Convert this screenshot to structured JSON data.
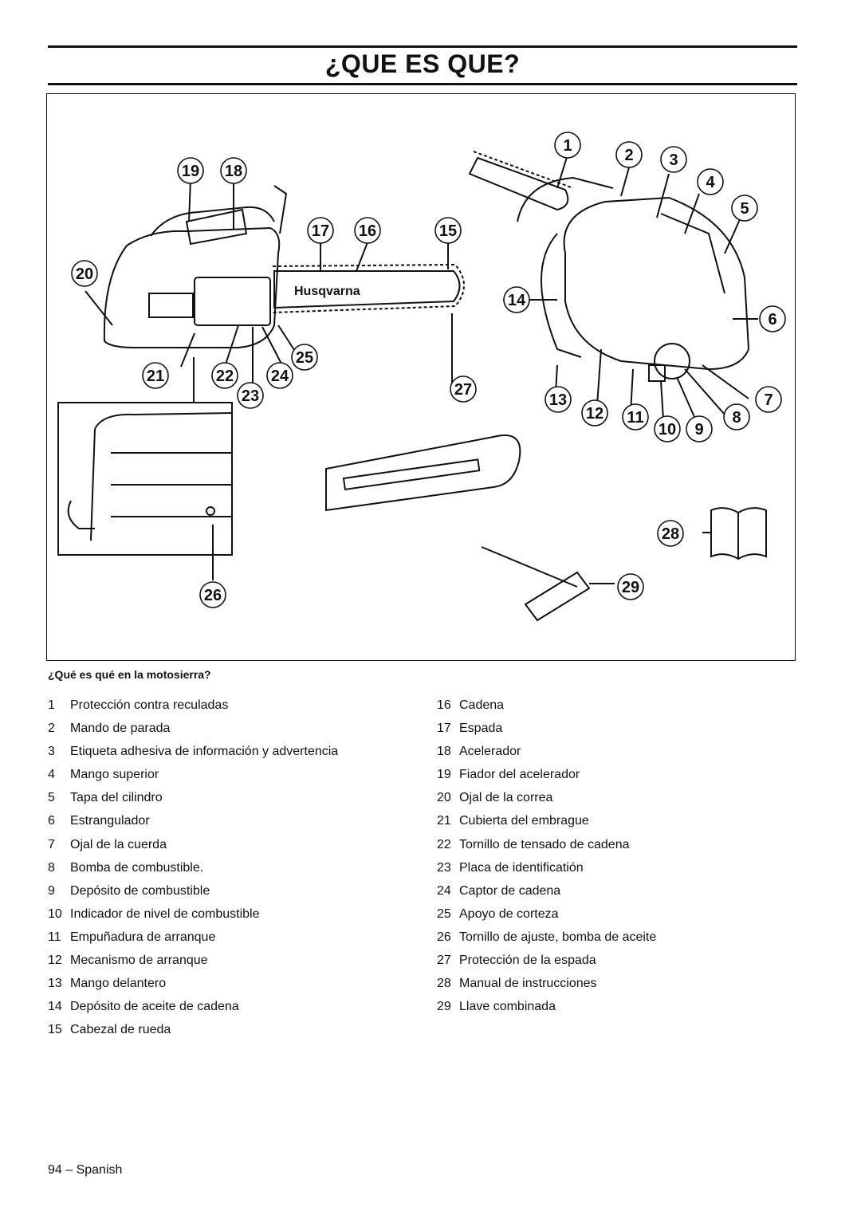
{
  "header": {
    "title": "¿QUE ES QUE?"
  },
  "figure": {
    "caption": "¿Qué es qué en la motosierra?",
    "brand_label": "Husqvarna",
    "callouts": [
      "1",
      "2",
      "3",
      "4",
      "5",
      "6",
      "7",
      "8",
      "9",
      "10",
      "11",
      "12",
      "13",
      "14",
      "15",
      "16",
      "17",
      "18",
      "19",
      "20",
      "21",
      "22",
      "23",
      "24",
      "25",
      "26",
      "27",
      "28",
      "29"
    ]
  },
  "parts_left": [
    {
      "num": "1",
      "label": "Protección contra reculadas"
    },
    {
      "num": "2",
      "label": "Mando de parada"
    },
    {
      "num": "3",
      "label": "Etiqueta adhesiva de información y advertencia"
    },
    {
      "num": "4",
      "label": "Mango superior"
    },
    {
      "num": "5",
      "label": "Tapa  del cilindro"
    },
    {
      "num": "6",
      "label": "Estrangulador"
    },
    {
      "num": "7",
      "label": "Ojal de la cuerda"
    },
    {
      "num": "8",
      "label": "Bomba de combustible."
    },
    {
      "num": "9",
      "label": "Depósito de combustible"
    },
    {
      "num": "10",
      "label": "Indicador de nivel de combustible"
    },
    {
      "num": "11",
      "label": "Empuñadura de arranque"
    },
    {
      "num": "12",
      "label": "Mecanismo de arranque"
    },
    {
      "num": "13",
      "label": "Mango delantero"
    },
    {
      "num": "14",
      "label": "Depósito de aceite de cadena"
    },
    {
      "num": "15",
      "label": "Cabezal de rueda"
    }
  ],
  "parts_right": [
    {
      "num": "16",
      "label": "Cadena"
    },
    {
      "num": "17",
      "label": "Espada"
    },
    {
      "num": "18",
      "label": "Acelerador"
    },
    {
      "num": "19",
      "label": "Fiador del acelerador"
    },
    {
      "num": "20",
      "label": "Ojal de la correa"
    },
    {
      "num": "21",
      "label": "Cubierta del embrague"
    },
    {
      "num": "22",
      "label": "Tornillo de tensado de cadena"
    },
    {
      "num": "23",
      "label": "Placa de identificatión"
    },
    {
      "num": "24",
      "label": "Captor de cadena"
    },
    {
      "num": "25",
      "label": "Apoyo de corteza"
    },
    {
      "num": "26",
      "label": "Tornillo de ajuste, bomba de aceite"
    },
    {
      "num": "27",
      "label": "Protección de la espada"
    },
    {
      "num": "28",
      "label": "Manual de instrucciones"
    },
    {
      "num": "29",
      "label": "Llave combinada"
    }
  ],
  "footer": {
    "page_label": "94 – Spanish"
  }
}
